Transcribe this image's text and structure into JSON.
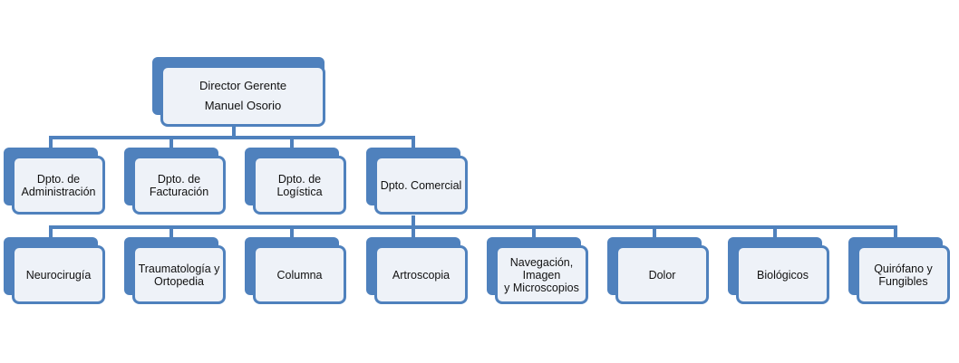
{
  "colors": {
    "accent": "#4f81bd",
    "box_fill": "#eef2f8",
    "text": "#111111"
  },
  "director": {
    "lines": "Director Gerente\nManuel Osorio"
  },
  "departments": [
    {
      "label": "Dpto. de\nAdministración"
    },
    {
      "label": "Dpto. de\nFacturación"
    },
    {
      "label": "Dpto. de\nLogística"
    },
    {
      "label": "Dpto. Comercial"
    }
  ],
  "commercial_units": [
    {
      "label": "Neurocirugía"
    },
    {
      "label": "Traumatología y\nOrtopedia"
    },
    {
      "label": "Columna"
    },
    {
      "label": "Artroscopia"
    },
    {
      "label": "Navegación,\nImagen\ny Microscopios"
    },
    {
      "label": "Dolor"
    },
    {
      "label": "Biológicos"
    },
    {
      "label": "Quirófano y\nFungibles"
    }
  ]
}
